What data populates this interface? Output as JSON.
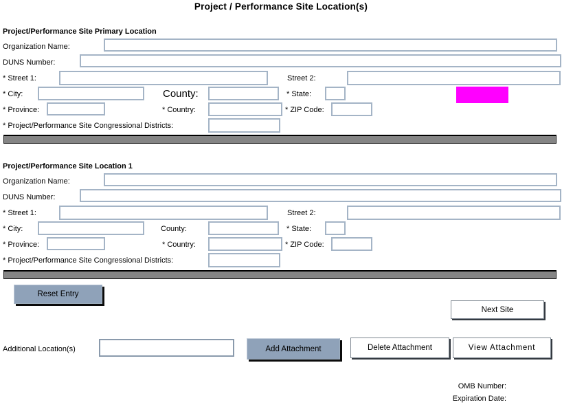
{
  "page": {
    "title": "Project / Performance Site Location(s)"
  },
  "colors": {
    "highlight_magenta": "#ff00ff",
    "button_blue": "#8fa2b9",
    "input_border_blue_gray": "#a4b4c6",
    "divider_gray": "#858585"
  },
  "sections": [
    {
      "header": "Project/Performance Site Primary Location"
    },
    {
      "header": "Project/Performance Site Location 1"
    }
  ],
  "field_labels": {
    "organization_name": "Organization Name:",
    "duns_number": "DUNS Number:",
    "street1": "* Street 1:",
    "street2": "Street 2:",
    "city": "* City:",
    "county": "County:",
    "state": "* State:",
    "province": "* Province:",
    "country": "* Country:",
    "zip_code": "* ZIP Code:",
    "congressional_districts": "* Project/Performance Site Congressional Districts:"
  },
  "buttons": {
    "reset_entry": "Reset Entry",
    "next_site": "Next Site",
    "add_attachment": "Add Attachment",
    "delete_attachment": "Delete Attachment",
    "view_attachment": "View Attachment"
  },
  "additional": {
    "label": "Additional Location(s)"
  },
  "footer": {
    "omb_number_label": "OMB Number:",
    "expiration_date_label": "Expiration Date:"
  }
}
